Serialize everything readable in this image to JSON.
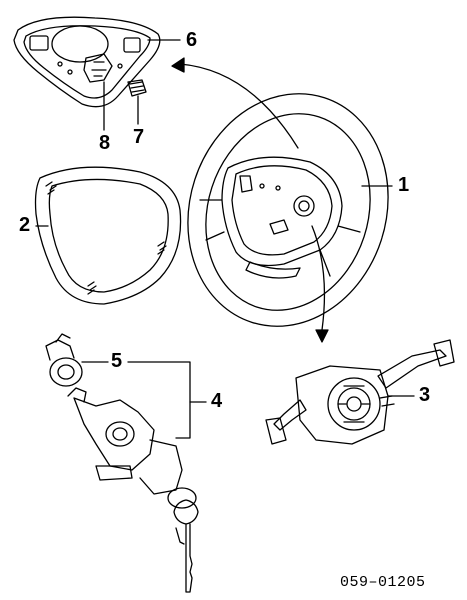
{
  "diagram": {
    "callouts": {
      "n1": "1",
      "n2": "2",
      "n3": "3",
      "n4": "4",
      "n5": "5",
      "n6": "6",
      "n7": "7",
      "n8": "8"
    },
    "drawing_code": "059–01205"
  }
}
